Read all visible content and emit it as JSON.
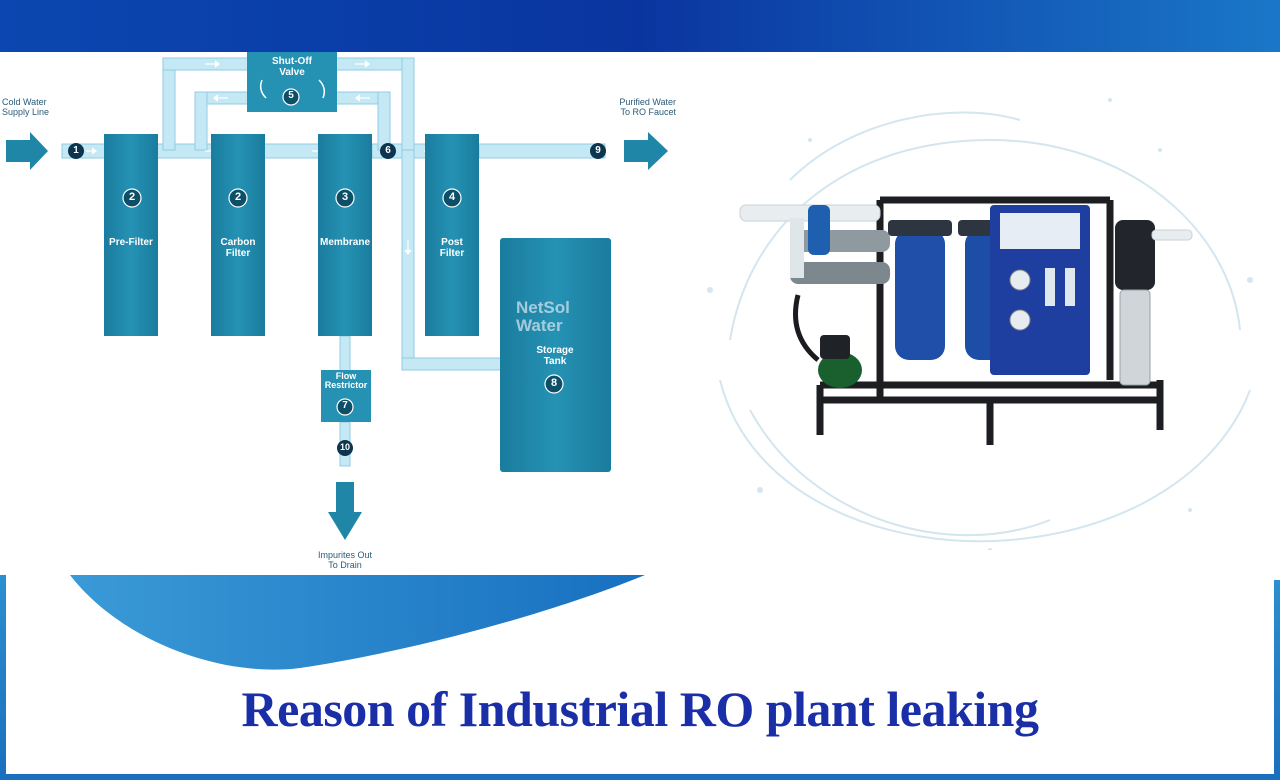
{
  "diagram": {
    "inlet_label": "Cold Water\nSupply Line",
    "outlet_label": "Purified Water\nTo RO Faucet",
    "drain_label": "Impurites Out\nTo Drain",
    "valve_label": "Shut-Off\nValve",
    "valve_num": "5",
    "junction_6": "6",
    "node_1": "1",
    "node_9": "9",
    "node_10": "10",
    "stages": [
      {
        "num": "2",
        "name": "Pre-Filter"
      },
      {
        "num": "2",
        "name": "Carbon\nFilter"
      },
      {
        "num": "3",
        "name": "Membrane"
      },
      {
        "num": "4",
        "name": "Post\nFilter"
      }
    ],
    "restrictor": {
      "name": "Flow\nRestrictor",
      "num": "7"
    },
    "tank": {
      "name": "Storage\nTank",
      "num": "8"
    },
    "watermark": {
      "line1": "NetSol",
      "line2": "Water"
    }
  },
  "photo": {
    "subject": "industrial-ro-plant"
  },
  "caption": "Reason of Industrial RO plant leaking",
  "colors": {
    "header_blue": "#0a3fa8",
    "filter_teal": "#1f86a8",
    "pipe": "#b9e4f2",
    "caption_text": "#1a2ea8"
  }
}
